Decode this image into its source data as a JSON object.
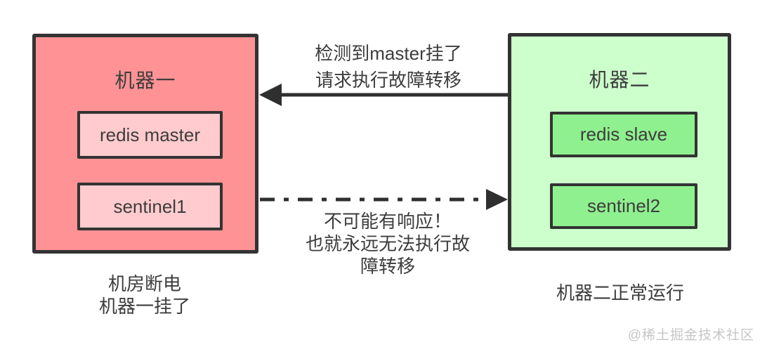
{
  "diagram": {
    "machine1": {
      "title": "机器一",
      "nodes": [
        "redis master",
        "sentinel1"
      ],
      "caption_line1": "机房断电",
      "caption_line2": "机器一挂了"
    },
    "machine2": {
      "title": "机器二",
      "nodes": [
        "redis slave",
        "sentinel2"
      ],
      "caption": "机器二正常运行"
    },
    "solid_arrow": {
      "direction": "right-to-left",
      "label_line1": "检测到master挂了",
      "label_line2": "请求执行故障转移"
    },
    "dashdot_arrow": {
      "direction": "left-to-right",
      "label_line1": "不可能有响应！",
      "label_line2": "也就永远无法执行故",
      "label_line3": "障转移"
    },
    "watermark": "@稀土掘金技术社区",
    "colors": {
      "machine1_fill": "#fe9295",
      "machine1_node_fill": "#ffcbce",
      "machine2_fill": "#ccffcc",
      "machine2_node_fill": "#8ff08f",
      "stroke": "#2f2f2f",
      "text": "#3d3d3d",
      "watermark": "#c6c6c6"
    }
  }
}
